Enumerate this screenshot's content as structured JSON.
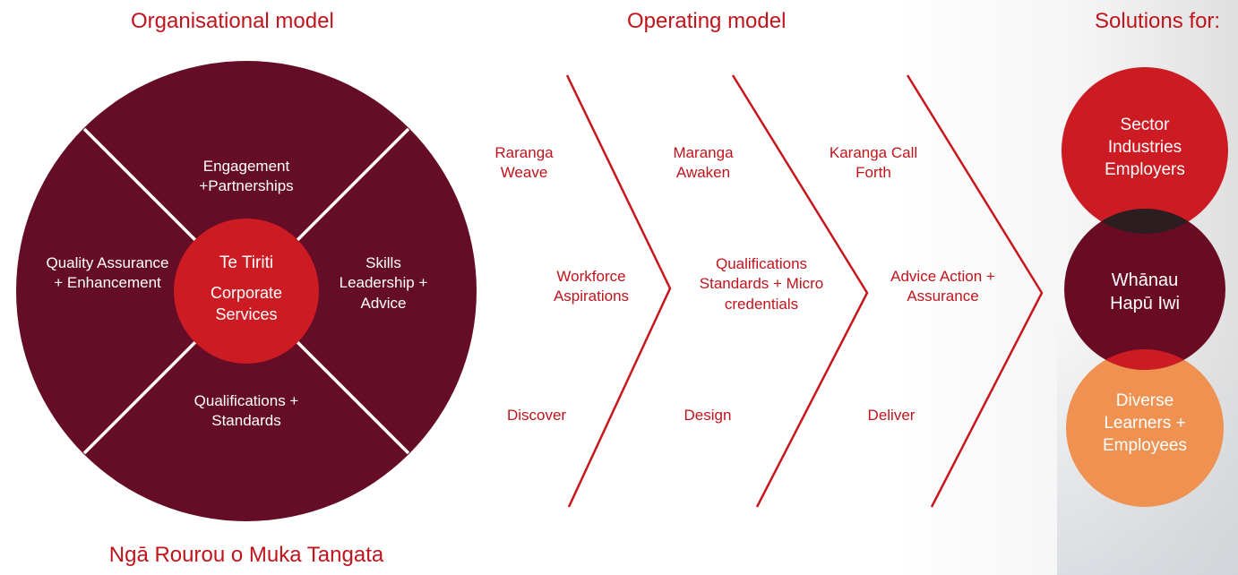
{
  "headings": {
    "organisational": "Organisational model",
    "operating": "Operating model",
    "solutions": "Solutions for:"
  },
  "org_model": {
    "top": "Engagement\n+Partnerships",
    "left": "Quality Assurance\n+ Enhancement",
    "right": "Skills\nLeadership +\nAdvice",
    "bottom": "Qualifications +\nStandards",
    "center_1": "Te Tiriti",
    "center_2": "Corporate\nServices",
    "caption": "Ngā Rourou o Muka Tangata"
  },
  "operating_model": {
    "stages": [
      {
        "maori": "Raranga\nWeave",
        "focus": "Workforce\nAspirations",
        "phase": "Discover"
      },
      {
        "maori": "Maranga\nAwaken",
        "focus": "Qualifications\nStandards + Micro\ncredentials",
        "phase": "Design"
      },
      {
        "maori": "Karanga Call\nForth",
        "focus": "Advice Action +\nAssurance",
        "phase": "Deliver"
      }
    ]
  },
  "solutions": [
    {
      "label": "Sector\nIndustries\nEmployers",
      "color": "#cc1b22"
    },
    {
      "label": "Whānau\nHapū Iwi",
      "color": "#6a0b24"
    },
    {
      "label": "Diverse\nLearners +\nEmployees",
      "color": "#ef9150"
    }
  ],
  "colors": {
    "accent": "#c0141c",
    "wheel": "#650d26",
    "center": "#cc1b22",
    "overlap_top": "#2c1e20",
    "overlap_bottom": "#cc1b22"
  }
}
